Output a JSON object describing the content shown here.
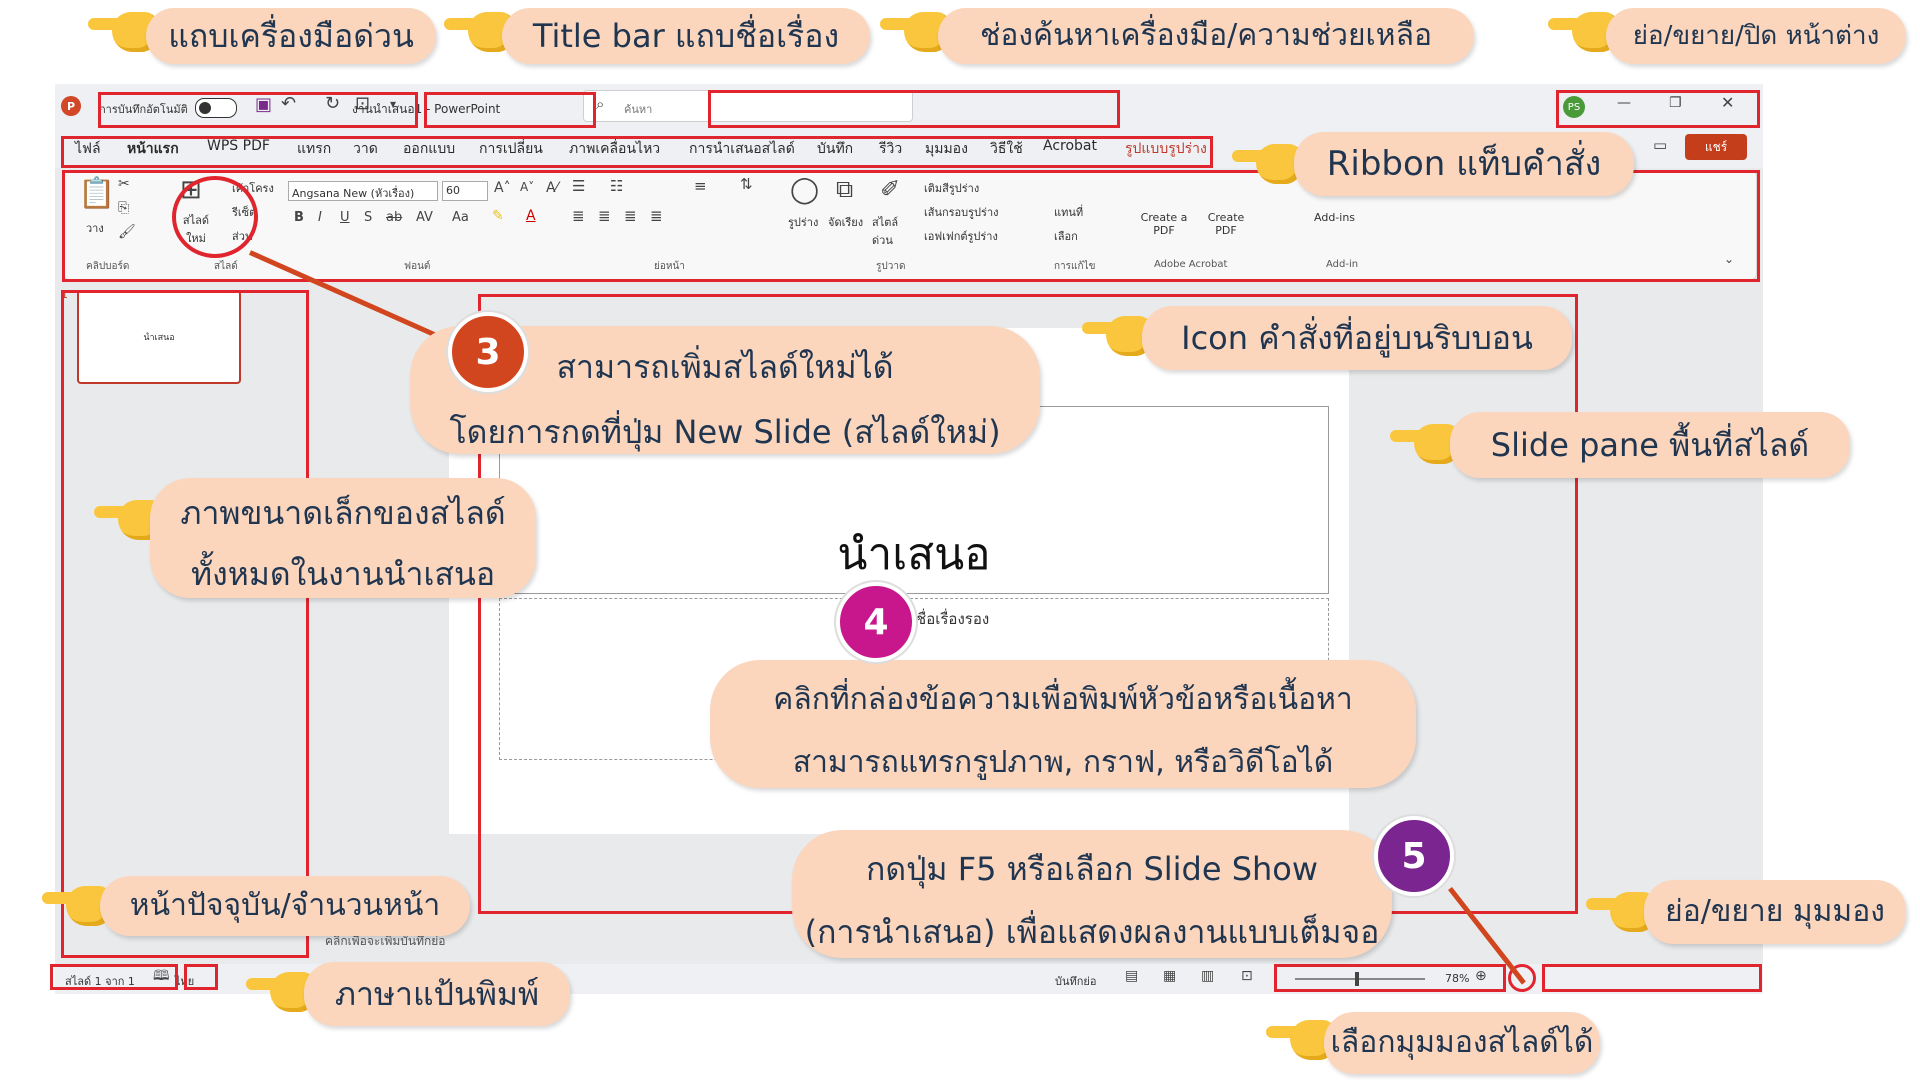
{
  "window": {
    "app_icon": "powerpoint-icon",
    "autosave_label": "การบันทึกอัตโนมัติ",
    "document_title": "งานนำเสนอ1  -  PowerPoint",
    "search_placeholder": "ค้นหา",
    "avatar_initials": "PS",
    "minimize": "—",
    "restore": "❐",
    "close": "✕"
  },
  "tabs": [
    "ไฟล์",
    "หน้าแรก",
    "WPS PDF",
    "แทรก",
    "วาด",
    "ออกแบบ",
    "การเปลี่ยน",
    "ภาพเคลื่อนไหว",
    "การนำเสนอสไลด์",
    "บันทึก",
    "รีวิว",
    "มุมมอง",
    "วิธีใช้",
    "Acrobat",
    "รูปแบบรูปร่าง"
  ],
  "share_label": "แชร์",
  "ribbon": {
    "paste": "วาง",
    "clipboard_group": "คลิปบอร์ด",
    "new_slide": "สไลด์ ใหม่",
    "layout": "เค้าโครง",
    "reset": "รีเซ็ต",
    "section": "ส่วน",
    "slides_group": "สไลด์",
    "font_name": "Angsana New (หัวเรื่อง)",
    "font_size": "60",
    "font_group": "ฟอนต์",
    "paragraph_group": "ย่อหน้า",
    "shape": "รูปร่าง",
    "arrange": "จัดเรียง",
    "quick_style": "สไตล์ ด่วน",
    "fill": "เติมสีรูปร่าง",
    "outline": "เส้นกรอบรูปร่าง",
    "effects": "เอฟเฟกต์รูปร่าง",
    "drawing_group": "รูปวาด",
    "replace": "แทนที่",
    "select": "เลือก",
    "editing_group": "การแก้ไข",
    "create_a_pdf": "Create a PDF",
    "create_pdf": "Create PDF",
    "adobe_group": "Adobe Acrobat",
    "addins": "Add-ins",
    "addins_group": "Add-in"
  },
  "thumbnail": {
    "number": "1",
    "title": "นำเสนอ"
  },
  "slide": {
    "title": "นำเสนอ",
    "subtitle": "คลิกเพื่อเพิ่มชื่อเรื่องรอง"
  },
  "notes_placeholder": "คลิกเพื่อจะเพิ่มบันทึกย่อ",
  "status": {
    "slide_count": "สไลด์ 1 จาก 1",
    "language": "ไทย",
    "notes": "บันทึกย่อ",
    "zoom": "78%"
  },
  "callouts": {
    "quick_access": "แถบเครื่องมือด่วน",
    "title_bar": "Title bar แถบชื่อเรื่อง",
    "search": "ช่องค้นหาเครื่องมือ/ความช่วยเหลือ",
    "window_controls": "ย่อ/ขยาย/ปิด หน้าต่าง",
    "ribbon": "Ribbon แท็บคำสั่ง",
    "icon": "Icon คำสั่งที่อยู่บนริบบอน",
    "slide_pane": "Slide pane พื้นที่สไลด์",
    "new_slide_line1": "สามารถเพิ่มสไลด์ใหม่ได้",
    "new_slide_line2": "โดยการกดที่ปุ่ม New Slide (สไลด์ใหม่)",
    "thumbnails_line1": "ภาพขนาดเล็กของสไลด์",
    "thumbnails_line2": "ทั้งหมดในงานนำเสนอ",
    "textbox_line1": "คลิกที่กล่องข้อความเพื่อพิมพ์หัวข้อหรือเนื้อหา",
    "textbox_line2": "สามารถแทรกรูปภาพ, กราฟ, หรือวิดีโอได้",
    "slideshow_line1": "กดปุ่ม F5 หรือเลือก Slide Show",
    "slideshow_line2": "(การนำเสนอ) เพื่อแสดงผลงานแบบเต็มจอ",
    "page_count": "หน้าปัจจุบัน/จำนวนหน้า",
    "keyboard": "ภาษาแป้นพิมพ์",
    "views": "เลือกมุมมองสไลด์ได้",
    "zoom": "ย่อ/ขยาย มุมมอง"
  },
  "badges": {
    "three": "3",
    "four": "4",
    "five": "5"
  },
  "colors": {
    "red": "#e0252f",
    "callout_bg": "#fbd6bd",
    "badge3": "#d2461f",
    "badge4": "#c8178c",
    "badge5": "#7b2591",
    "hand": "#f9c63d"
  }
}
